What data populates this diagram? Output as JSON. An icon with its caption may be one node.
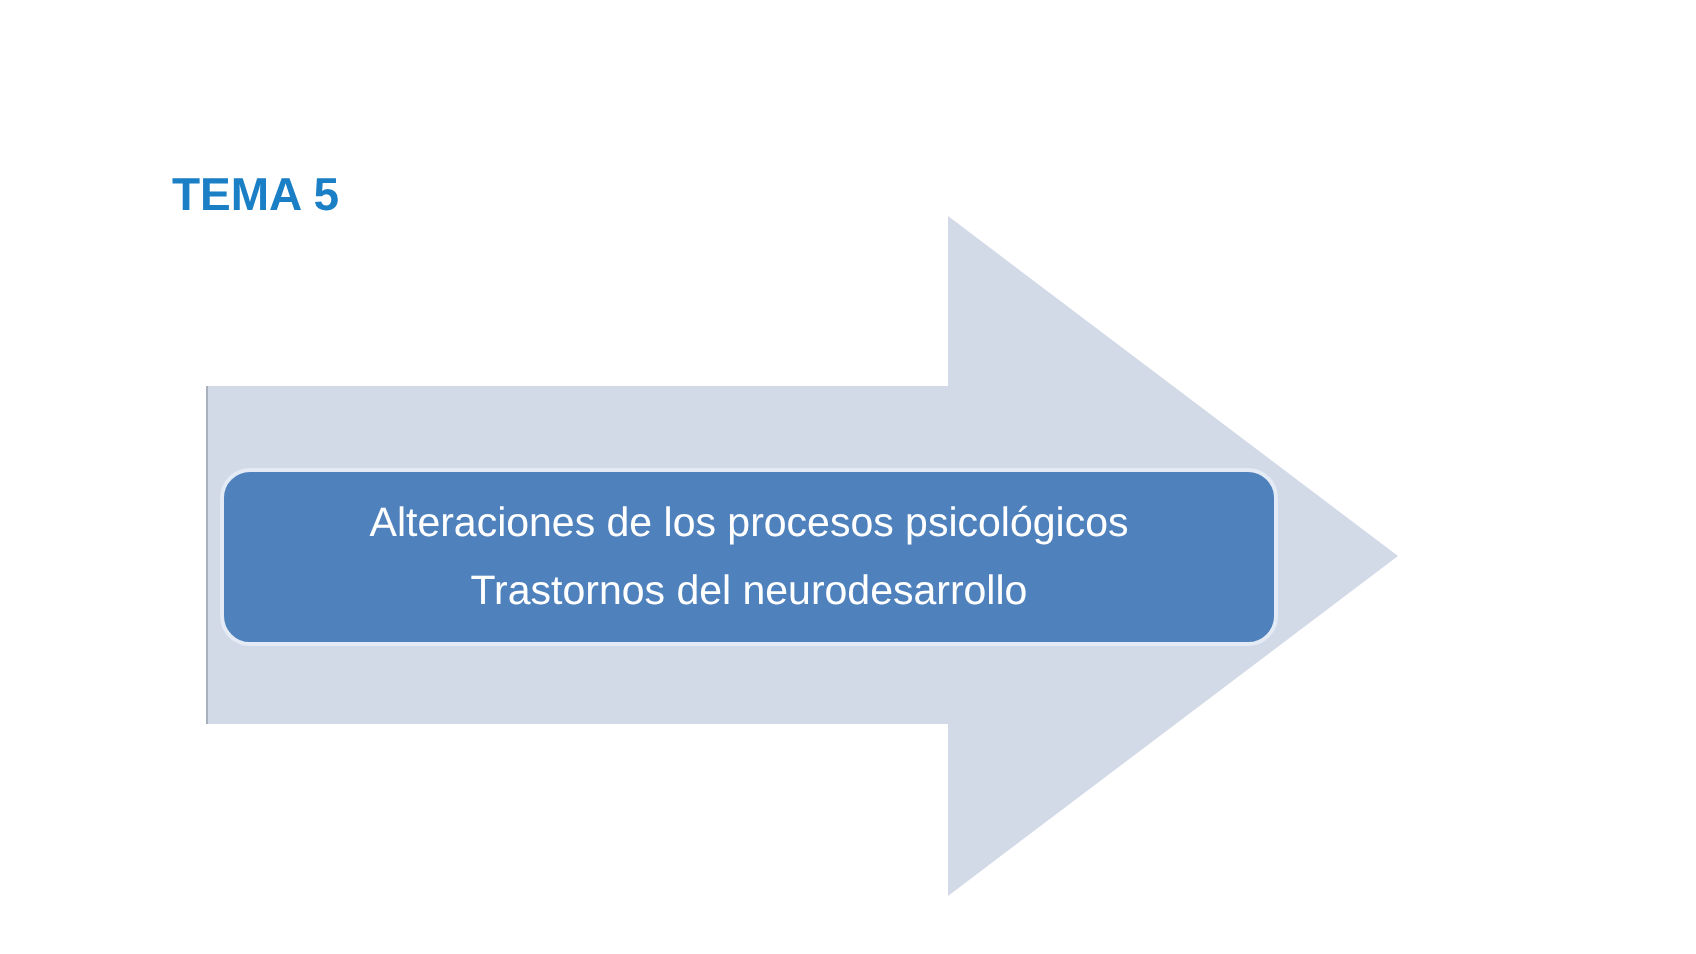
{
  "diagram": {
    "title": "TEMA 5",
    "nodes": [
      {
        "text": [],
        "shape": "arrow"
      },
      {
        "text": [
          "Alteraciones de los procesos psicológicos",
          "Trastornos del neurodesarrollo"
        ],
        "in": 0
      }
    ]
  }
}
